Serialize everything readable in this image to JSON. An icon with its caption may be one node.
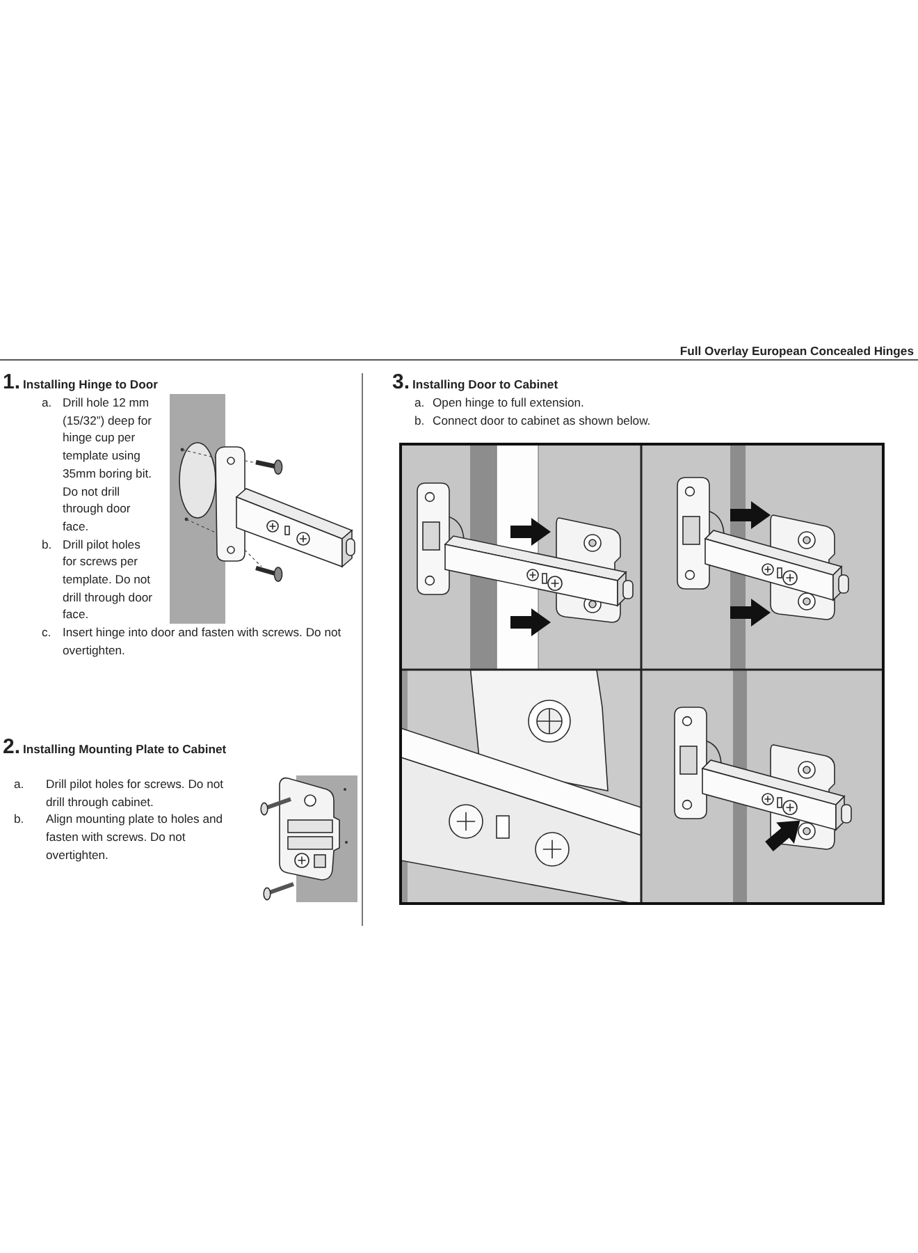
{
  "diagram": {
    "title": "Full Overlay European Concealed Hinges",
    "labels": [
      "1.",
      "Installing Hinge to Door",
      "a.",
      "Drill hole 12 mm (15/32”) deep for hinge cup per template using 35mm boring bit. Do not drill through door face.",
      "b.",
      "Drill pilot holes for screws per template. Do not drill through door face.",
      "c.",
      "Insert hinge into door and fasten with screws. Do not overtighten.",
      "2.",
      "Installing Mounting Plate to Cabinet",
      "a.",
      "Drill pilot holes for screws. Do not drill through cabinet.",
      "b.",
      "Align mounting plate to holes and fasten with screws. Do not overtighten.",
      "3.",
      "Installing Door to Cabinet",
      "a.",
      "Open hinge to full extension.",
      "b.",
      "Connect door to cabinet as shown below."
    ]
  }
}
